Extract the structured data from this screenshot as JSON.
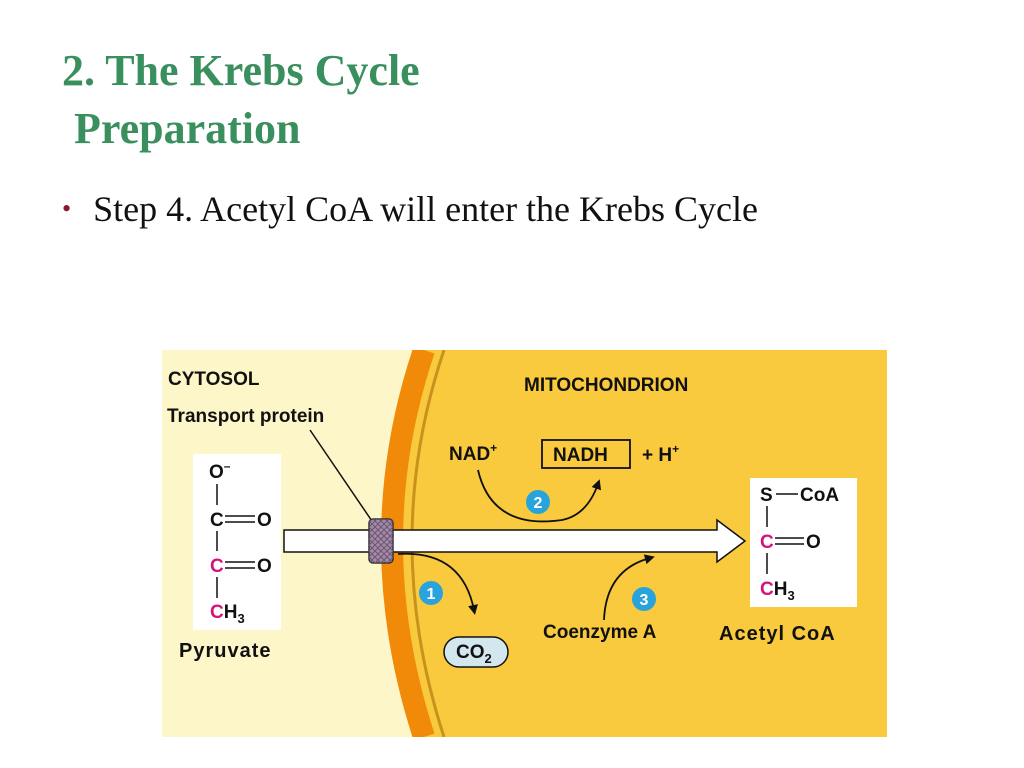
{
  "slide": {
    "title_line1": "2. The Krebs Cycle",
    "title_line2": "Preparation",
    "bullet_symbol": "•",
    "bullet_text": "Step 4. Acetyl CoA will enter the Krebs Cycle"
  },
  "diagram": {
    "cytosol_label": "CYTOSOL",
    "mitochondrion_label": "MITOCHONDRION",
    "transport_protein_label": "Transport protein",
    "pyruvate_label": "Pyruvate",
    "acetyl_coa_label": "Acetyl CoA",
    "nad_label": "NAD",
    "nad_sup": "+",
    "nadh_label": "NADH",
    "h_plus_label": "+ H",
    "h_plus_sup": "+",
    "co2_main": "CO",
    "co2_sub": "2",
    "coenzyme_label": "Coenzyme A",
    "step1": "1",
    "step2": "2",
    "step3": "3",
    "pyruvate_atoms": {
      "o_minus": "O",
      "o_minus_sup": "–",
      "c1": "C",
      "o1": "O",
      "c2": "C",
      "o2": "O",
      "ch3_c": "C",
      "ch3_h": "H",
      "ch3_sub": "3"
    },
    "acetyl_atoms": {
      "s": "S",
      "coa": "CoA",
      "c": "C",
      "o": "O",
      "ch3_c": "C",
      "ch3_h": "H",
      "ch3_sub": "3"
    },
    "colors": {
      "cytosol_bg": "#fdf6c9",
      "mito_bg": "#f9c93e",
      "membrane_outer": "#f08a08",
      "membrane_inner": "#c8921c",
      "step_circle": "#29a3dc",
      "highlight_carbon": "#d4147a",
      "transport_protein": "#a48aa8"
    }
  }
}
